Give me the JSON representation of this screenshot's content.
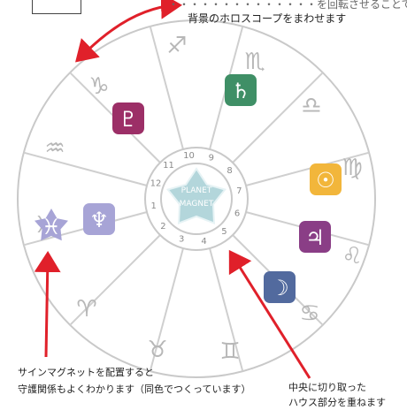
{
  "top_box_label": "",
  "top_caption_line1": "・・・・・・・・・・・・・・を回転させることで",
  "top_caption_line2": "背景のホロスコープをまわせます",
  "bottom_left_line1": "サインマグネットを配置すると",
  "bottom_left_line2": "守護関係もよくわかります（同色でつくっています）",
  "bottom_right_line1": "中央に切り取った",
  "bottom_right_line2": "ハウス部分を重ねます",
  "center": {
    "line1": "PLANET",
    "line2": "MAGNET"
  },
  "house_numbers": [
    "10",
    "9",
    "8",
    "7",
    "6",
    "5",
    "4",
    "3",
    "2",
    "1",
    "12",
    "11"
  ],
  "signs": [
    {
      "name": "sagittarius-icon",
      "glyph": "♐"
    },
    {
      "name": "scorpio-icon",
      "glyph": "♏"
    },
    {
      "name": "libra-icon",
      "glyph": "♎"
    },
    {
      "name": "virgo-icon",
      "glyph": "♍"
    },
    {
      "name": "leo-icon",
      "glyph": "♌"
    },
    {
      "name": "cancer-icon",
      "glyph": "♋"
    },
    {
      "name": "gemini-icon",
      "glyph": "♊"
    },
    {
      "name": "taurus-icon",
      "glyph": "♉"
    },
    {
      "name": "aries-icon",
      "glyph": "♈"
    },
    {
      "name": "pisces-icon",
      "glyph": "♓"
    },
    {
      "name": "aquarius-icon",
      "glyph": "♒"
    },
    {
      "name": "capricorn-icon",
      "glyph": "♑"
    }
  ],
  "magnets": [
    {
      "name": "pluto-magnet-icon",
      "glyph": "♇",
      "color": "#9c2f67"
    },
    {
      "name": "saturn-magnet-icon",
      "glyph": "♄",
      "color": "#3f8f66"
    },
    {
      "name": "sun-magnet-icon",
      "glyph": "☉",
      "color": "#f2b63b"
    },
    {
      "name": "jupiter-magnet-icon",
      "glyph": "♃",
      "color": "#8a3e86"
    },
    {
      "name": "moon-magnet-icon",
      "glyph": "☽",
      "color": "#526a9e"
    },
    {
      "name": "neptune-magnet-icon",
      "glyph": "♆",
      "color": "#a7a4d6"
    },
    {
      "name": "pisces-magnet-icon",
      "glyph": "♓",
      "color": "#a7a4d6"
    }
  ],
  "colors": {
    "arrow": "#e0202a",
    "ring": "#cfcfcf",
    "center_star": "#a9cfd6"
  }
}
